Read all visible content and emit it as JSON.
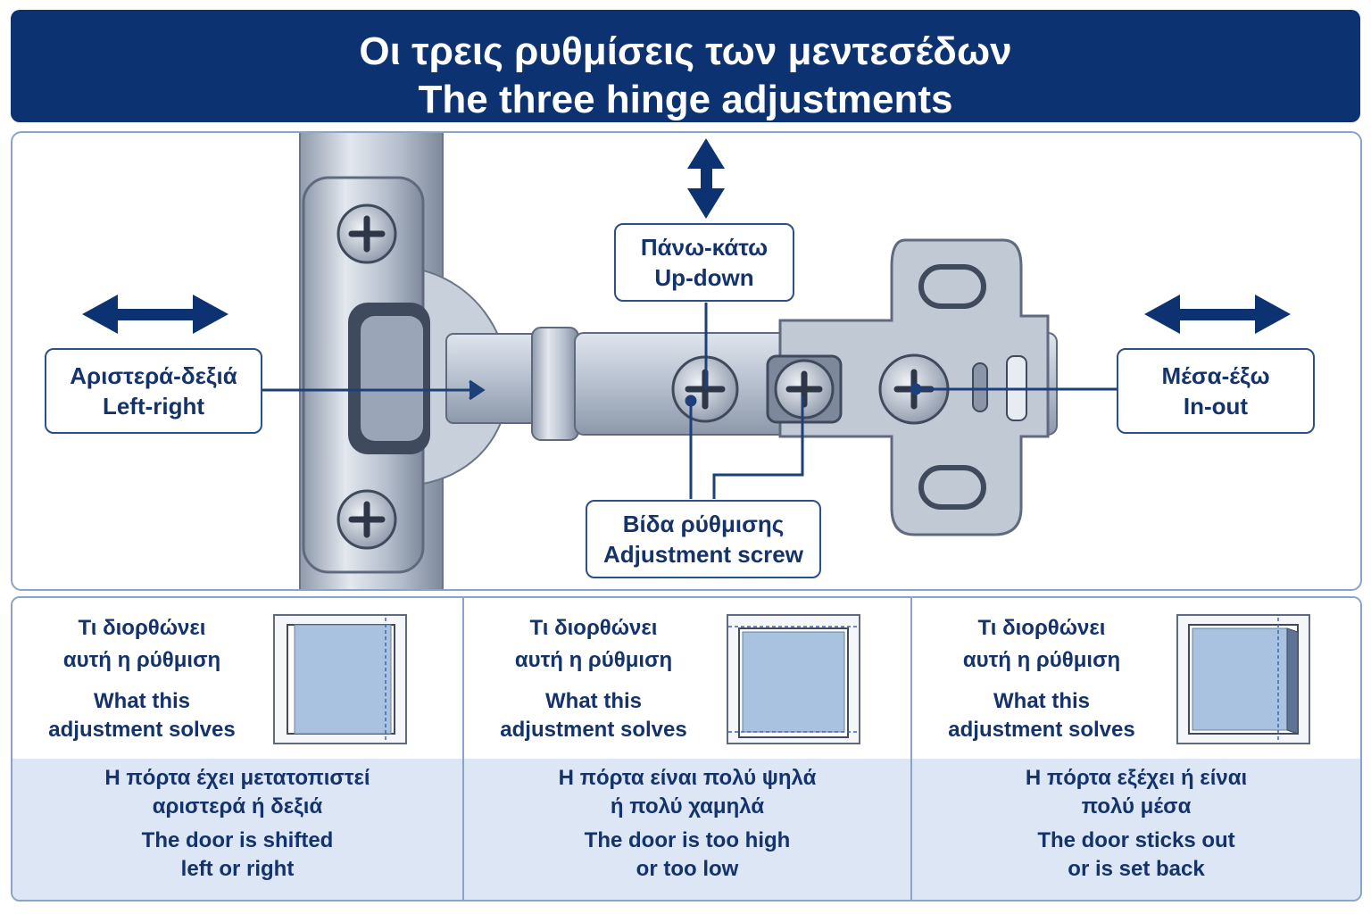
{
  "header": {
    "title_el": "Οι τρεις ρυθμίσεις των μεντεσέδων",
    "title_en": "The three hinge adjustments"
  },
  "callouts": {
    "left_right": {
      "el": "Αριστερά-δεξιά",
      "en": "Left-right"
    },
    "up_down": {
      "el": "Πάνω-κάτω",
      "en": "Up-down"
    },
    "in_out": {
      "el": "Μέσα-έξω",
      "en": "In-out"
    },
    "screw": {
      "el": "Βίδα ρύθμισης",
      "en": "Adjustment screw"
    }
  },
  "columns": [
    {
      "question_el_1": "Τι διορθώνει",
      "question_el_2": "αυτή η ρύθμιση",
      "question_en_1": "What this",
      "question_en_2": "adjustment solves",
      "answer_el_1": "Η πόρτα έχει μετατοπιστεί",
      "answer_el_2": "αριστερά ή δεξιά",
      "answer_en_1": "The door is shifted",
      "answer_en_2": "left or right"
    },
    {
      "question_el_1": "Τι διορθώνει",
      "question_el_2": "αυτή η ρύθμιση",
      "question_en_1": "What this",
      "question_en_2": "adjustment solves",
      "answer_el_1": "Η πόρτα είναι πολύ ψηλά",
      "answer_el_2": "ή πολύ χαμηλά",
      "answer_en_1": "The door is too high",
      "answer_en_2": "or too low"
    },
    {
      "question_el_1": "Τι διορθώνει",
      "question_el_2": "αυτή η ρύθμιση",
      "question_en_1": "What this",
      "question_en_2": "adjustment solves",
      "answer_el_1": "Η πόρτα εξέχει ή είναι",
      "answer_el_2": "πολύ μέσα",
      "answer_en_1": "The door sticks out",
      "answer_en_2": "or is set back"
    }
  ],
  "colors": {
    "navy": "#0d3272",
    "panel_border": "#8aa3c8",
    "answer_bg": "#dce6f4",
    "door_fill": "#a9c2e0",
    "metal": "#b9c2cf"
  },
  "icons": [
    "arrow-left-right-icon",
    "arrow-up-down-icon",
    "arrow-in-out-icon",
    "screw-icon"
  ]
}
